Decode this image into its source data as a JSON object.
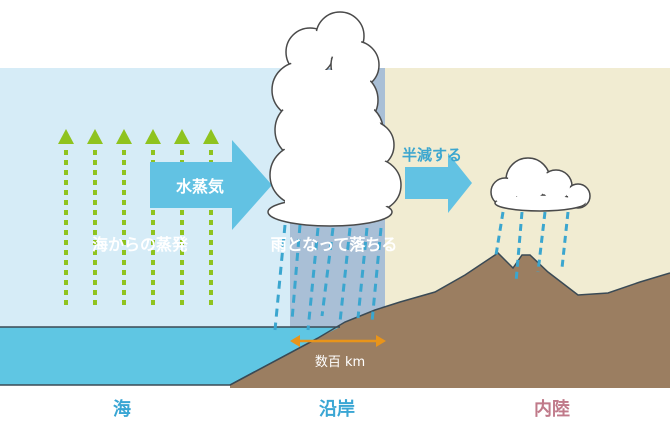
{
  "labels": {
    "evaporation": "海からの蒸発",
    "water_vapor": "水蒸気",
    "rain": "雨となって落ちる",
    "halved": "半減する",
    "distance": "数百 km"
  },
  "regions": {
    "sea": "海",
    "coast": "沿岸",
    "inland": "内陸"
  },
  "colors": {
    "sky_sea": "#d6ecf7",
    "sky_coast": "#a9bfd6",
    "sky_inland": "#f1ecd2",
    "sea_water": "#5fc6e3",
    "land": "#9b7e61",
    "arrow_blue": "#62c2e3",
    "evap_green": "#8fc31f",
    "rain_blue": "#3ba6cf",
    "distance_orange": "#e8941a",
    "region_text": "#3aa6d4",
    "inland_text": "#c07a8a"
  }
}
